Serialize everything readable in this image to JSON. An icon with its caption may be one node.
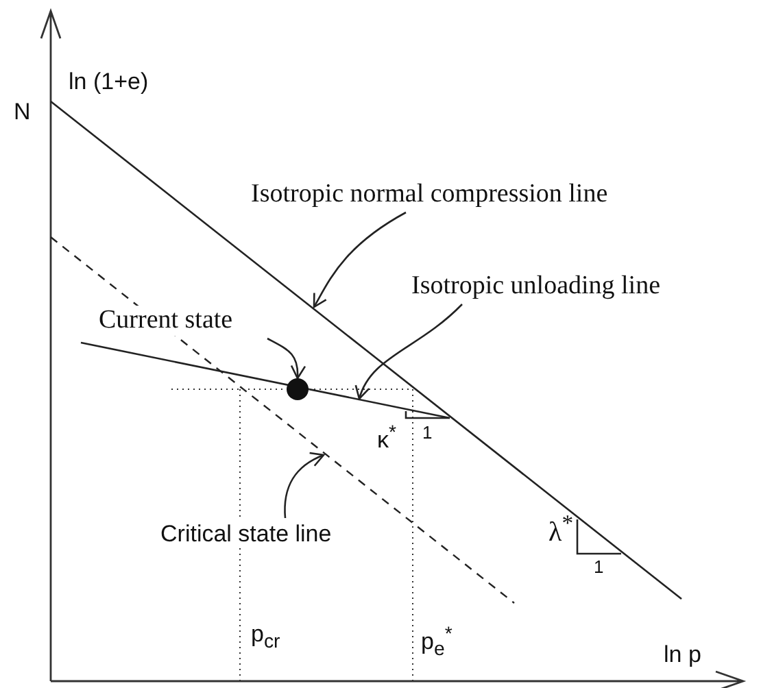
{
  "diagram": {
    "nodes": [
      {
        "text": [
          "Isotropic normal compression line"
        ]
      },
      {
        "text": [
          "Isotropic unloading line"
        ]
      },
      {
        "text": [
          "Current state"
        ]
      },
      {
        "text": [
          "Critical state line"
        ]
      },
      {
        "text": [],
        "shape": "circle"
      }
    ],
    "edges": [
      {
        "from": 0,
        "to": null,
        "arrow": "to"
      },
      {
        "from": 1,
        "to": null,
        "arrow": "to"
      },
      {
        "from": 2,
        "to": 4,
        "arrow": "to"
      },
      {
        "from": 3,
        "to": null,
        "arrow": "to"
      }
    ],
    "labels": [
      "ln (1+e)",
      "N",
      "κ$^{*}$",
      "1",
      "λ$^{*}$",
      "1",
      "p$_{cr}$",
      "p$_{e}$$^{*}$",
      "ln p"
    ]
  }
}
